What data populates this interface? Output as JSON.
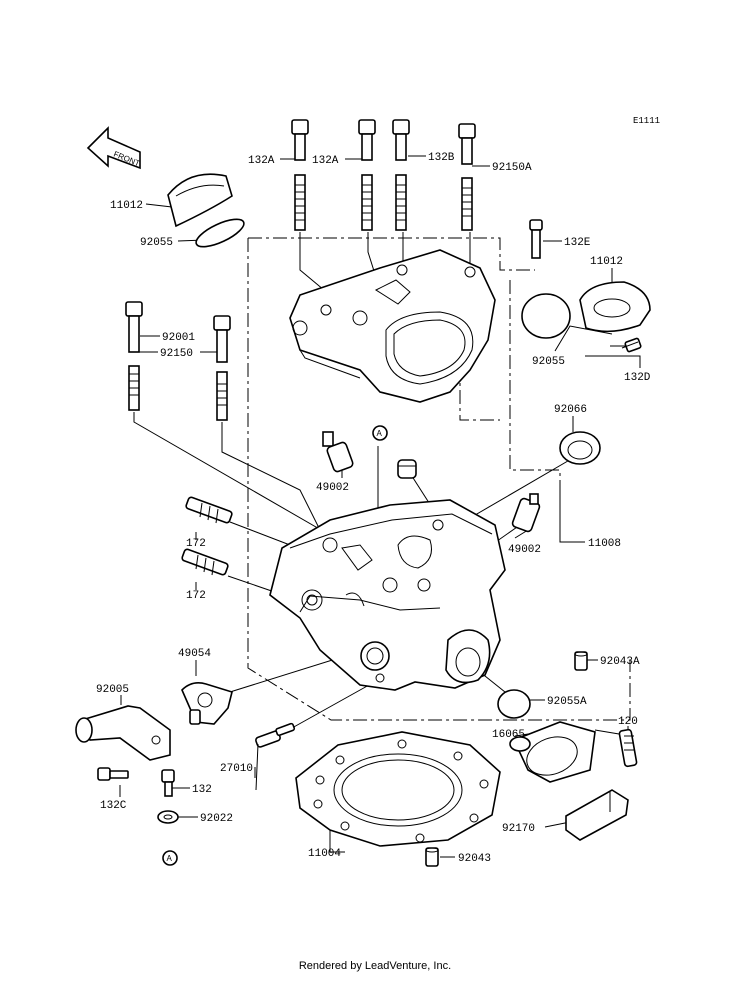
{
  "diagram": {
    "code": "E1111",
    "direction_label": "FRONT",
    "callout_marker": "A",
    "parts": {
      "p132a_1": "132A",
      "p132a_2": "132A",
      "p132b": "132B",
      "p92150a": "92150A",
      "p11012_l": "11012",
      "p92055_l": "92055",
      "p132e": "132E",
      "p11012_r": "11012",
      "p92055_r": "92055",
      "p132d": "132D",
      "p92001": "92001",
      "p92150": "92150",
      "p92066": "92066",
      "p49002_l": "49002",
      "p49002_r": "49002",
      "p11008": "11008",
      "p172_1": "172",
      "p172_2": "172",
      "p92043a": "92043A",
      "p49054": "49054",
      "p92005": "92005",
      "p92055a": "92055A",
      "p120": "120",
      "p16065": "16065",
      "p27010": "27010",
      "p132c": "132C",
      "p132": "132",
      "p92022": "92022",
      "p92170": "92170",
      "p11004": "11004",
      "p92043": "92043"
    }
  },
  "footer": "Rendered by LeadVenture, Inc."
}
